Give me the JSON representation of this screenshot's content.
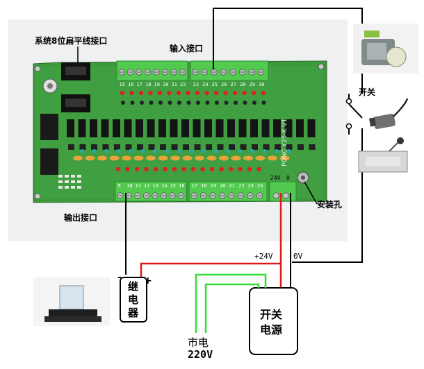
{
  "labels": {
    "flat_cable_port": "系统8位扁平线接口",
    "input_port": "输入接口",
    "output_port": "输出接口",
    "switch": "开关",
    "mount_hole": "安装孔",
    "v24": "+24V",
    "v0": "0V",
    "relay_minus": "-",
    "relay_plus": "+",
    "relay": [
      "继",
      "电",
      "器"
    ],
    "psu": [
      "开关",
      "电源"
    ],
    "mains_line1": "市电",
    "mains_line2": "220V"
  },
  "board": {
    "input_numbers": [
      "15",
      "16",
      "17",
      "18",
      "19",
      "20",
      "21",
      "22",
      "23",
      "24",
      "25",
      "26",
      "27",
      "28",
      "29",
      "30"
    ],
    "output_numbers": [
      "9",
      "10",
      "11",
      "12",
      "13",
      "14",
      "15",
      "16",
      "17",
      "18",
      "19",
      "20",
      "21",
      "22",
      "23",
      "24"
    ],
    "brand_text": "PONC Y25-K V1",
    "terminal_24v": "24V",
    "terminal_0v": "0"
  },
  "colors": {
    "board_green": "#3c9a3c",
    "terminal_green": "#52c94f",
    "wire_red": "#e01818",
    "wire_green": "#33dd33",
    "wire_black": "#000000",
    "led_red": "#dd2222",
    "cap_orange": "#e8a33a"
  }
}
